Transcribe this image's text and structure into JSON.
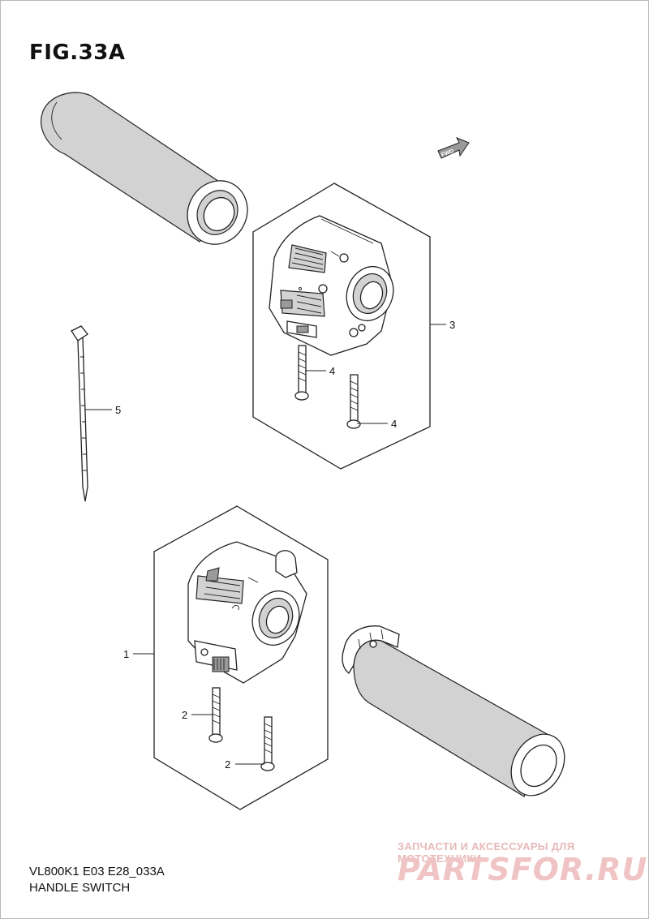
{
  "figure_title": "FIG.33A",
  "footer": {
    "model_code": "VL800K1 E03 E28_033A",
    "diagram_name": "HANDLE SWITCH"
  },
  "direction_marker": "FWD",
  "callouts": [
    {
      "id": "1",
      "part": "left-handle-switch"
    },
    {
      "id": "2",
      "part": "switch-screw-lower"
    },
    {
      "id": "2",
      "part": "switch-screw-lower"
    },
    {
      "id": "3",
      "part": "right-handle-switch"
    },
    {
      "id": "4",
      "part": "switch-screw-upper"
    },
    {
      "id": "4",
      "part": "switch-screw-upper"
    },
    {
      "id": "5",
      "part": "cable-tie"
    }
  ],
  "watermark": {
    "tagline": "ЗАПЧАСТИ И АКСЕССУАРЫ ДЛЯ МОТОТЕХНИКИ",
    "logo": "PARTSFOR.RU"
  }
}
